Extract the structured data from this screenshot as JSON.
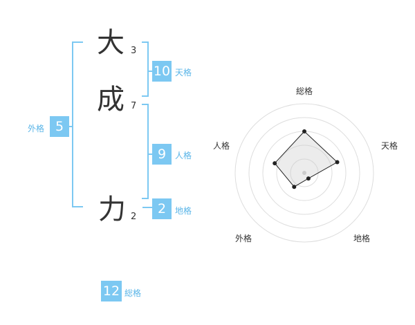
{
  "name": {
    "characters": [
      {
        "char": "大",
        "strokes": "3"
      },
      {
        "char": "成",
        "strokes": "7"
      },
      {
        "char": "力",
        "strokes": "2"
      }
    ]
  },
  "kaku": {
    "tenkaku": {
      "value": "10",
      "label": "天格"
    },
    "jinkaku": {
      "value": "9",
      "label": "人格"
    },
    "chikaku": {
      "value": "2",
      "label": "地格"
    },
    "gaikaku": {
      "value": "5",
      "label": "外格"
    },
    "soukaku": {
      "value": "12",
      "label": "総格"
    }
  },
  "colors": {
    "accent": "#7cc8f2",
    "label": "#5ab5e8",
    "text": "#333333"
  },
  "chart_data": {
    "type": "radar",
    "axes": [
      "総格",
      "天格",
      "地格",
      "外格",
      "人格"
    ],
    "values": [
      12,
      10,
      2,
      5,
      9
    ],
    "rings": 5
  }
}
